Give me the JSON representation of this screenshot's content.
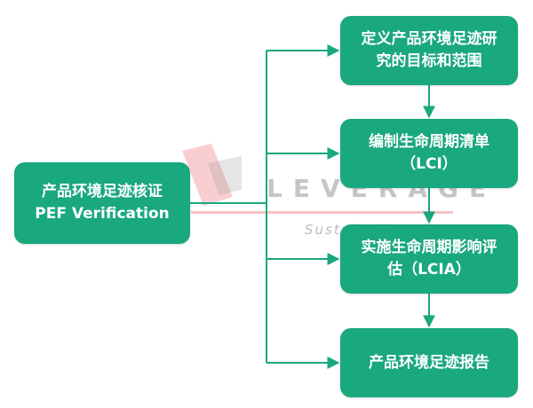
{
  "root": {
    "line1": "产品环境足迹核证",
    "line2": "PEF Verification"
  },
  "steps": [
    {
      "line1": "定义产品环境足迹研",
      "line2": "究的目标和范围"
    },
    {
      "line1": "编制生命周期清单",
      "line2": "（LCI）"
    },
    {
      "line1": "实施生命周期影响评",
      "line2": "估（LCIA）"
    },
    {
      "line1": "产品环境足迹报告"
    }
  ],
  "watermark": {
    "brand": "LEVERAGE",
    "slogan": "Sustainable values"
  },
  "colors": {
    "node_fill": "#1aa87e",
    "connector": "#1aa87e",
    "node_text": "#ffffff",
    "watermark_red": "#e8505b",
    "watermark_gray": "#9a9a9a"
  }
}
